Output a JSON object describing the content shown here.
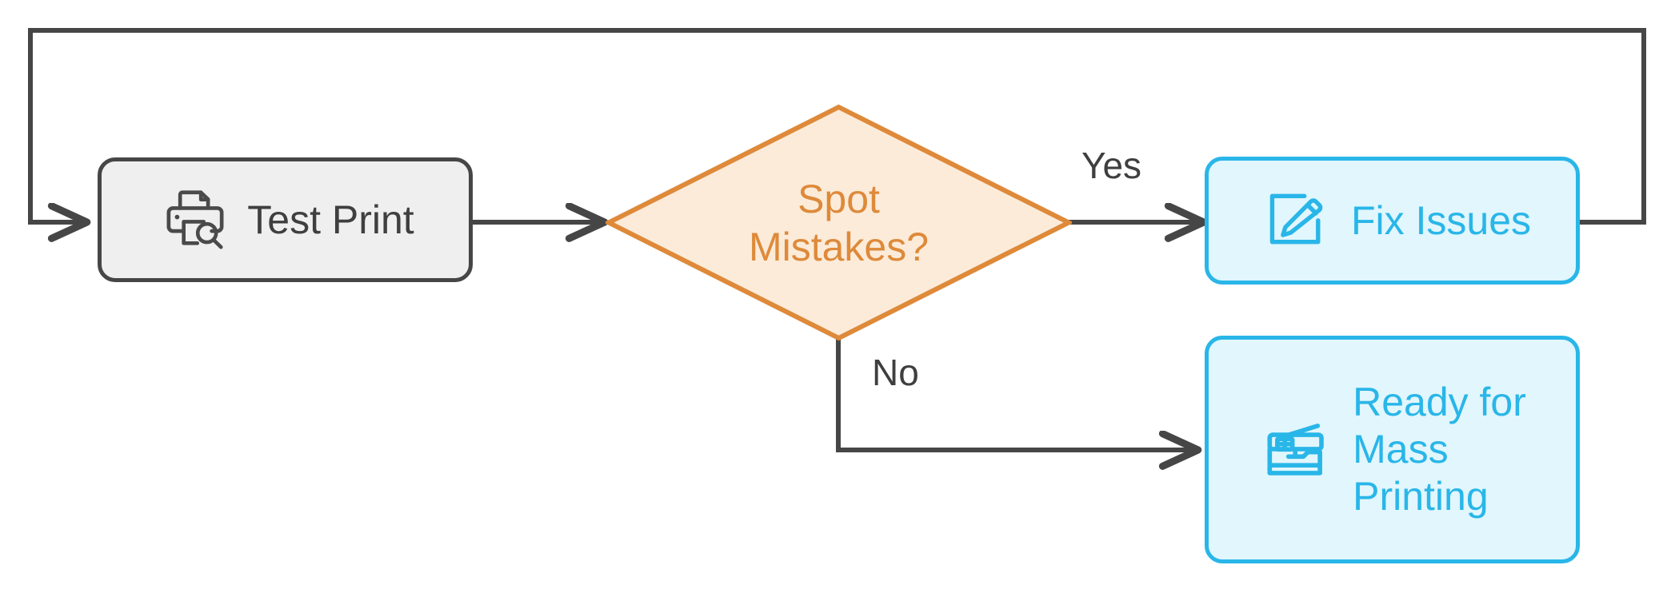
{
  "diagram": {
    "type": "flowchart",
    "title": "",
    "background_color": "#FFFFFF",
    "colors": {
      "edge_stroke": "#464646",
      "process_fill": "#EFEFEF",
      "process_stroke": "#464646",
      "process_text": "#3F3F3F",
      "decision_fill": "#FCEBD9",
      "decision_stroke": "#DE8A3A",
      "decision_text": "#DE8A3A",
      "result_fill": "#E1F6FD",
      "result_stroke": "#29B6E8",
      "result_text": "#29B6E8",
      "edge_label_text": "#3F3F3F"
    }
  },
  "nodes": {
    "test_print": {
      "id": "test-print",
      "label": "Test Print",
      "shape": "rounded-rectangle",
      "icon": "printer-preview-icon"
    },
    "spot_mistakes": {
      "id": "spot-mistakes",
      "label_line1": "Spot",
      "label_line2": "Mistakes?",
      "shape": "diamond",
      "icon": ""
    },
    "fix_issues": {
      "id": "fix-issues",
      "label": "Fix Issues",
      "shape": "rounded-rectangle",
      "icon": "edit-pencil-square-icon"
    },
    "mass_printing": {
      "id": "ready-for-mass-printing",
      "label_line1": "Ready for",
      "label_line2": "Mass",
      "label_line3": "Printing",
      "shape": "rounded-rectangle",
      "icon": "printing-press-icon"
    }
  },
  "edges": [
    {
      "id": "edge-testprint-to-decision",
      "from": "test-print",
      "to": "spot-mistakes",
      "label": ""
    },
    {
      "id": "edge-decision-yes-to-fixissues",
      "from": "spot-mistakes",
      "to": "fix-issues",
      "label": "Yes"
    },
    {
      "id": "edge-decision-no-to-massprinting",
      "from": "spot-mistakes",
      "to": "ready-for-mass-printing",
      "label": "No"
    },
    {
      "id": "edge-fixissues-feedback-to-testprint",
      "from": "fix-issues",
      "to": "test-print",
      "label": ""
    }
  ],
  "edge_labels": {
    "yes": "Yes",
    "no": "No"
  }
}
